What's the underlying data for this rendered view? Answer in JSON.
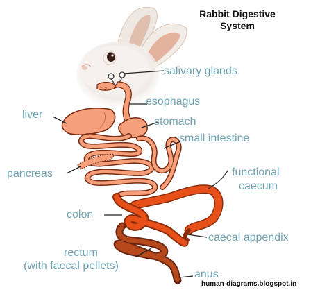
{
  "title_line1": "Rabbit Digestive",
  "title_line2": "System",
  "labels": {
    "salivary_glands": "salivary glands",
    "esophagus": "esophagus",
    "liver": "liver",
    "stomach": "stomach",
    "small_intestine": "small intestine",
    "pancreas": "pancreas",
    "functional_caecum_1": "functional",
    "functional_caecum_2": "caecum",
    "colon": "colon",
    "caecal_appendix": "caecal appendix",
    "rectum_1": "rectum",
    "rectum_2": "(with faecal pellets)",
    "anus": "anus"
  },
  "credit": "human-diagrams.blogspot.in",
  "colors": {
    "label_text": "#6fa4b4",
    "organ_light": "#f5a07a",
    "organ_outline": "#7a2a10",
    "caecum": "#e8501a",
    "rectum": "#b5491c",
    "rabbit_fur": "#f3efec",
    "ear_inner": "#e0a98f"
  }
}
